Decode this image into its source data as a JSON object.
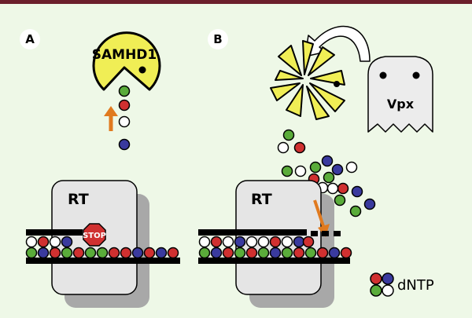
{
  "panels": {
    "a": {
      "label": "A"
    },
    "b": {
      "label": "B"
    }
  },
  "labels": {
    "samhd1": "SAMHD1",
    "rt": "RT",
    "stop": "STOP",
    "vpx": "Vpx",
    "legend": "dNTP"
  },
  "colors": {
    "background": "#eef8e7",
    "top_border": "#6b1f2b",
    "samhd1_fill": "#f0ee55",
    "rt_fill": "#e5e5e5",
    "rt_shadow": "#a8a8a8",
    "vpx_fill": "#ececec",
    "stop_sign": "#d03030",
    "arrow": "#e07a1f",
    "dntp_green": "#5aac3a",
    "dntp_red": "#d03030",
    "dntp_white": "#ffffff",
    "dntp_blue": "#3a3a9e"
  },
  "icons": {
    "samhd1": "pacman-enzyme-icon",
    "vpx": "ghost-icon",
    "stop": "stop-sign-icon"
  }
}
